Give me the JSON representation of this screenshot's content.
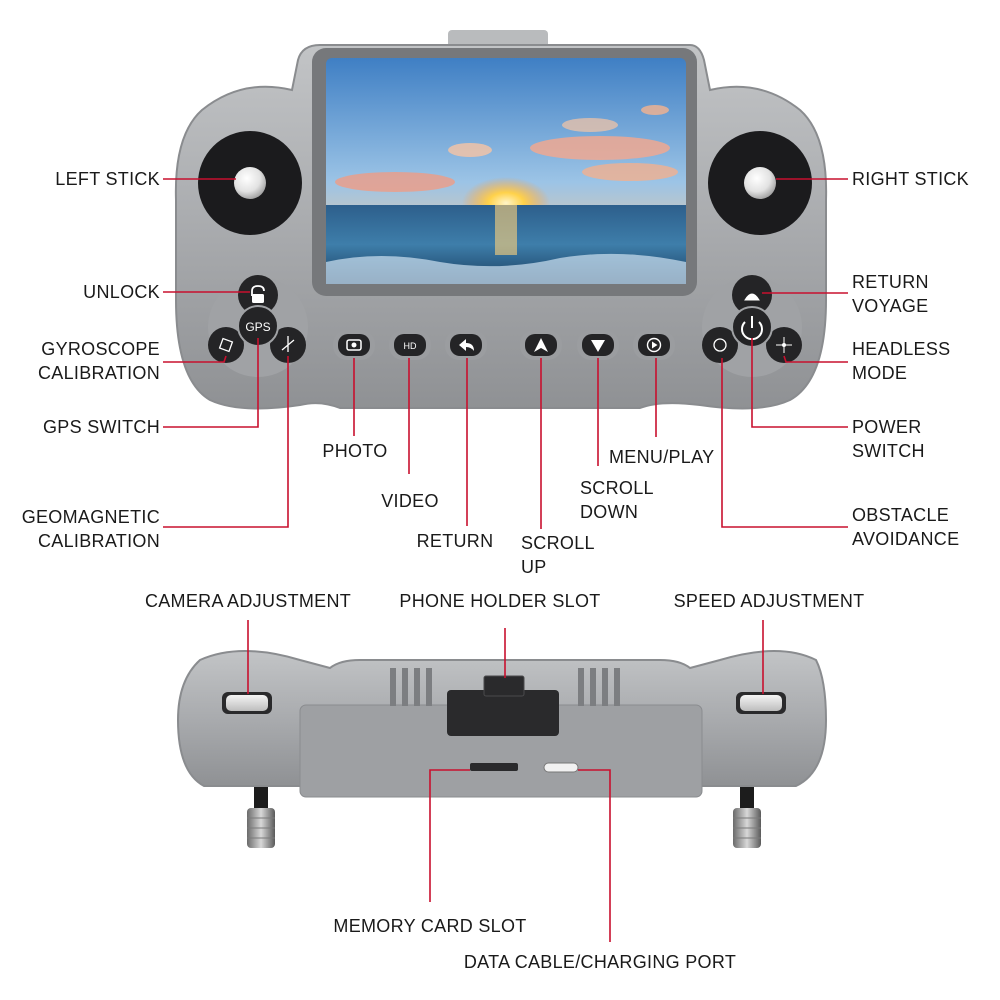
{
  "colors": {
    "body": "#a9abae",
    "body_dark": "#8f9194",
    "body_light": "#c4c6c8",
    "stick_well": "#1b1b1d",
    "button": "#242426",
    "leader_line": "#c8102e",
    "text": "#1a1a1a"
  },
  "screen": {
    "scene": "sunset-over-ocean",
    "sky_top": "#3f7fc4",
    "sky_mid": "#9cc4e6",
    "sun": "#ffd24a",
    "sea": "#1d4f7a"
  },
  "labels": {
    "left_stick": "LEFT STICK",
    "right_stick": "RIGHT STICK",
    "unlock": "UNLOCK",
    "return_voyage": [
      "RETURN",
      "VOYAGE"
    ],
    "gyroscope_calibration": [
      "GYROSCOPE",
      "CALIBRATION"
    ],
    "headless_mode": [
      "HEADLESS",
      "MODE"
    ],
    "gps_switch": "GPS SWITCH",
    "power_switch": [
      "POWER",
      "SWITCH"
    ],
    "photo": "PHOTO",
    "video": "VIDEO",
    "return": "RETURN",
    "menu_play": "MENU/PLAY",
    "scroll_down": [
      "SCROLL",
      "DOWN"
    ],
    "scroll_up": [
      "SCROLL",
      "UP"
    ],
    "geomagnetic_calibration": [
      "GEOMAGNETIC",
      "CALIBRATION"
    ],
    "obstacle_avoidance": [
      "OBSTACLE",
      "AVOIDANCE"
    ],
    "camera_adjustment": "CAMERA ADJUSTMENT",
    "phone_holder_slot": "PHONE HOLDER SLOT",
    "speed_adjustment": "SPEED ADJUSTMENT",
    "memory_card_slot": "MEMORY CARD SLOT",
    "data_cable_charging_port": "DATA CABLE/CHARGING PORT"
  },
  "button_glyphs": {
    "gps": "GPS",
    "video": "HD",
    "unlock": "lock-open-icon",
    "return_voyage": "home-drone-icon",
    "power": "power-icon",
    "photo": "camera-icon",
    "return": "back-arrow-icon",
    "scroll_up": "arrow-up-icon",
    "scroll_down": "arrow-down-icon",
    "menu_play": "play-icon"
  }
}
